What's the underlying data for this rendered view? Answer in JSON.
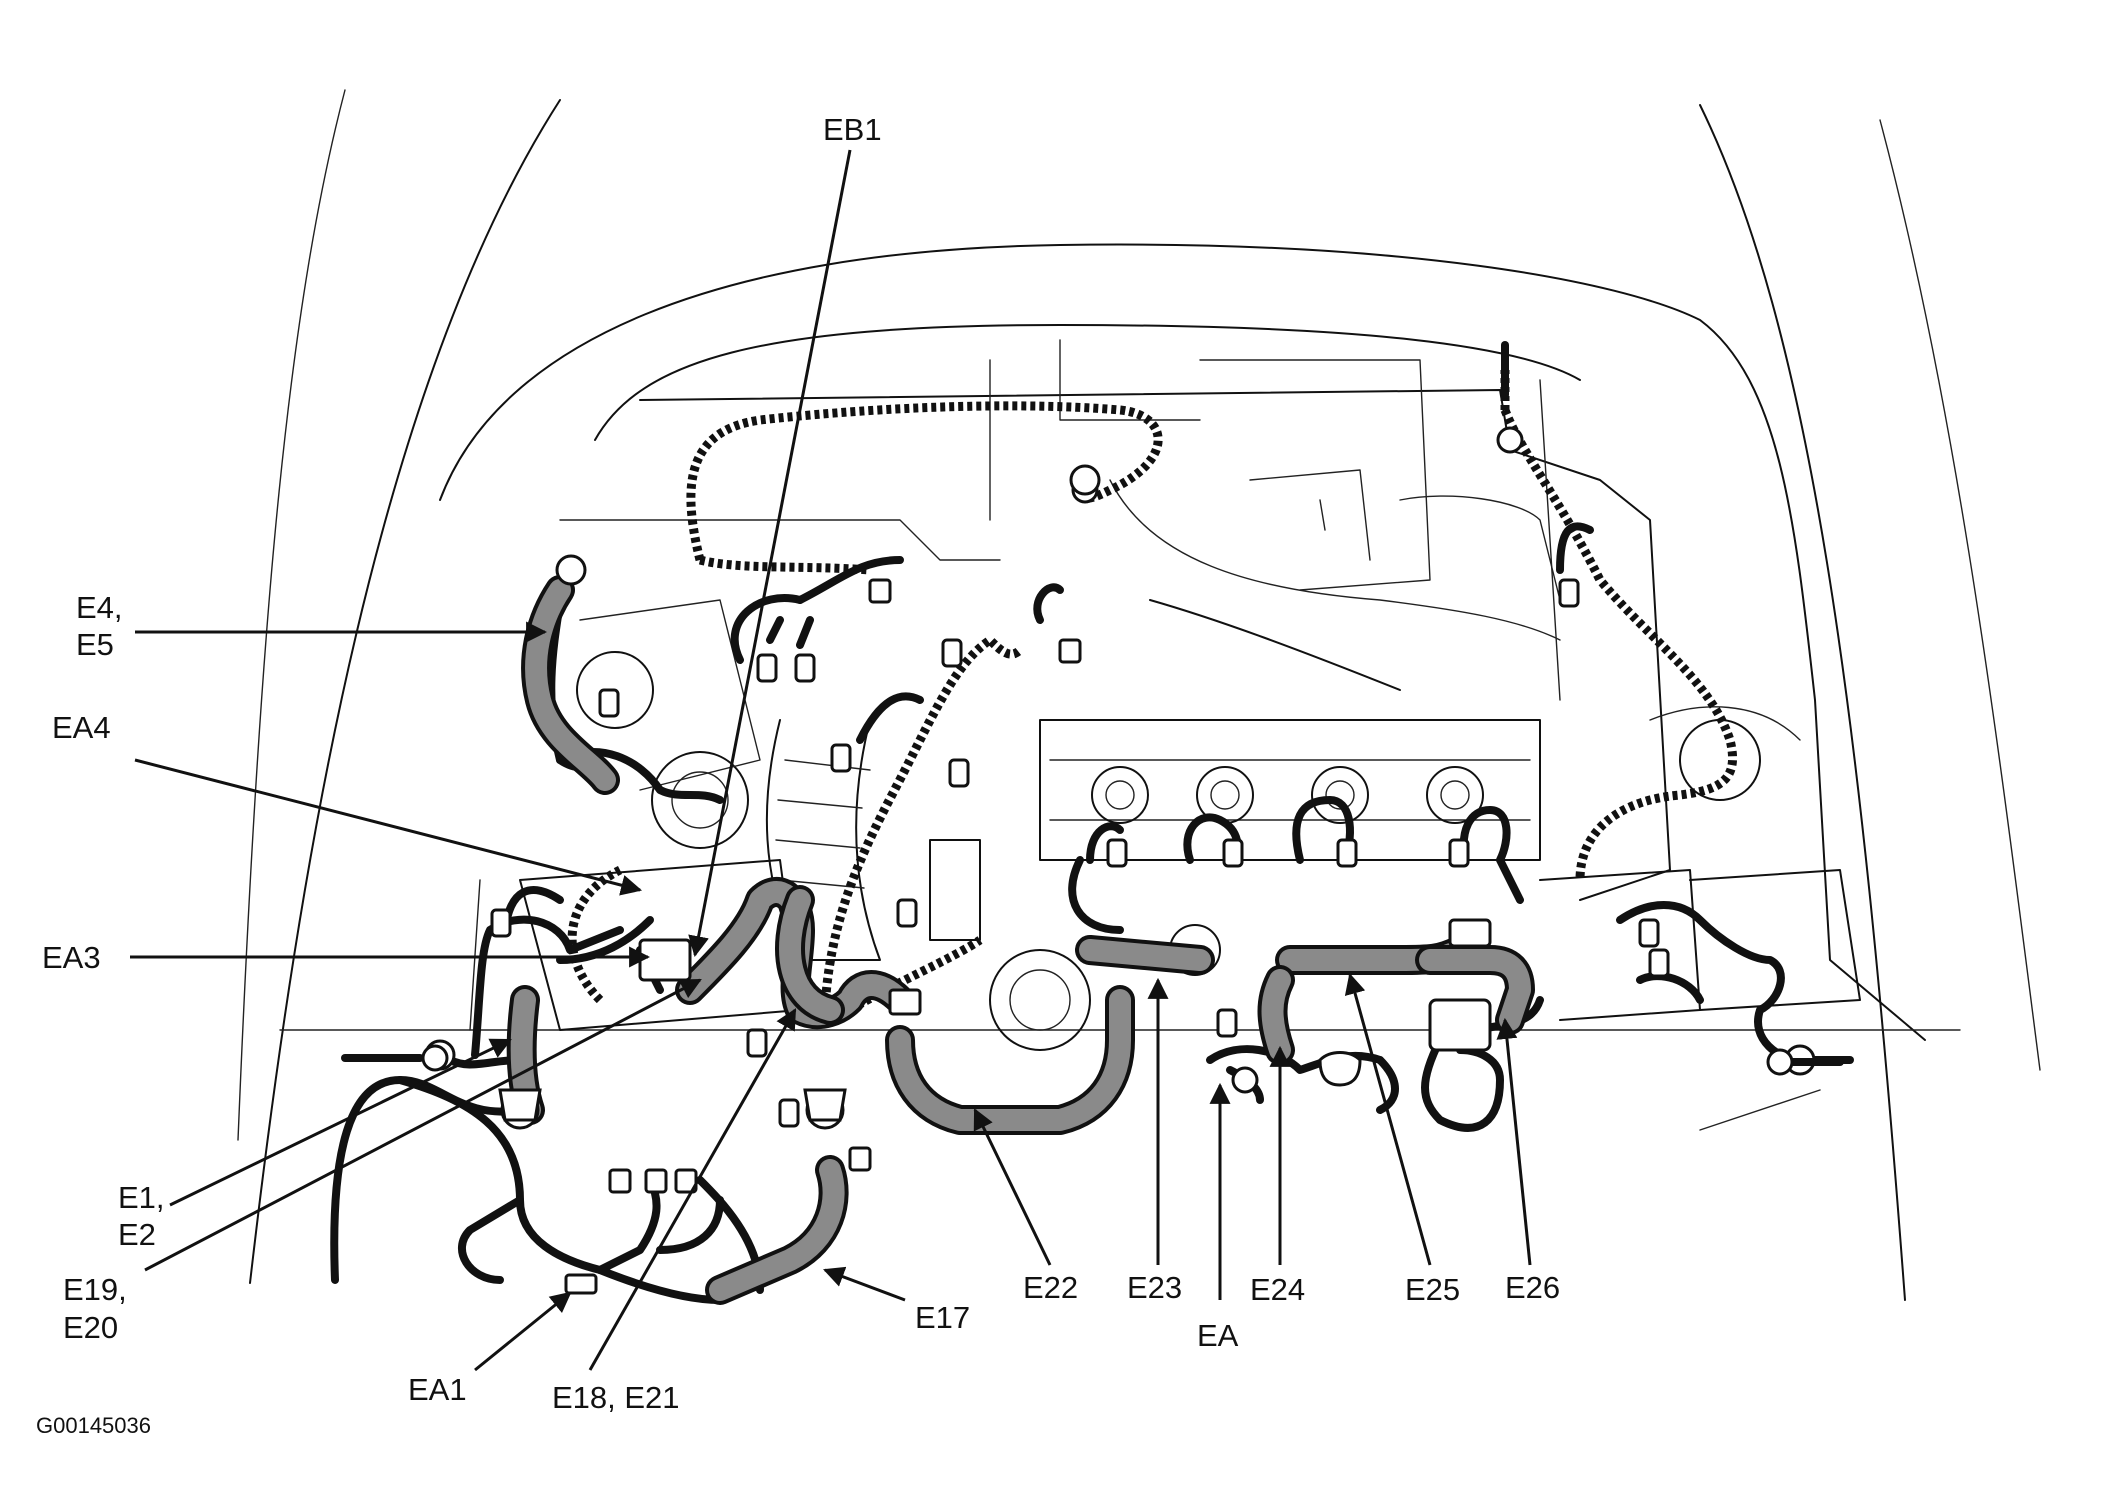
{
  "diagram": {
    "labels": {
      "eb1": "EB1",
      "e4_e5_line1": "E4,",
      "e4_e5_line2": "E5",
      "ea4": "EA4",
      "ea3": "EA3",
      "e1_e2_line1": "E1,",
      "e1_e2_line2": "E2",
      "e19_e20_line1": "E19,",
      "e19_e20_line2": "E20",
      "ea1": "EA1",
      "e18_e21": "E18, E21",
      "e17": "E17",
      "e22": "E22",
      "e23": "E23",
      "ea": "EA",
      "e24": "E24",
      "e25": "E25",
      "e26": "E26"
    },
    "figure_id": "G00145036"
  },
  "colors": {
    "line": "#111111",
    "loom_fill": "#8a8a8a",
    "background": "#ffffff"
  }
}
